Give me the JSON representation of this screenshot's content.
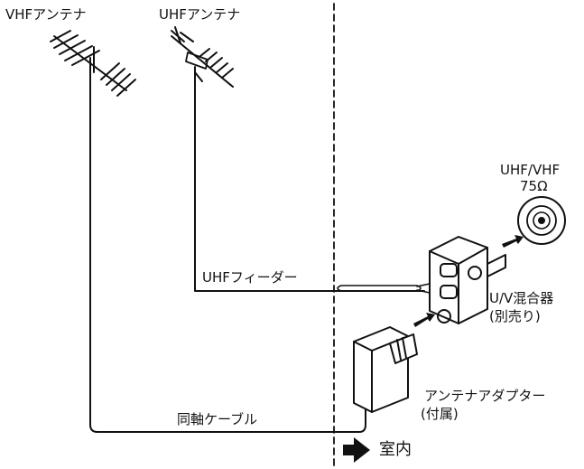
{
  "labels": {
    "vhf_antenna": "VHFアンテナ",
    "uhf_antenna": "UHFアンテナ",
    "uhf_vhf": "UHF/VHF",
    "ohm": "75Ω",
    "uhf_feeder": "UHFフィーダー",
    "mixer_line1": "U/V混合器",
    "mixer_line2": "(別売り)",
    "adapter_line1": "アンテナアダプター",
    "adapter_line2": "(付属)",
    "coax_cable": "同軸ケーブル",
    "indoor": "室内"
  },
  "colors": {
    "ink": "#111111",
    "paper": "#ffffff",
    "tone": "#d9d9d9"
  }
}
